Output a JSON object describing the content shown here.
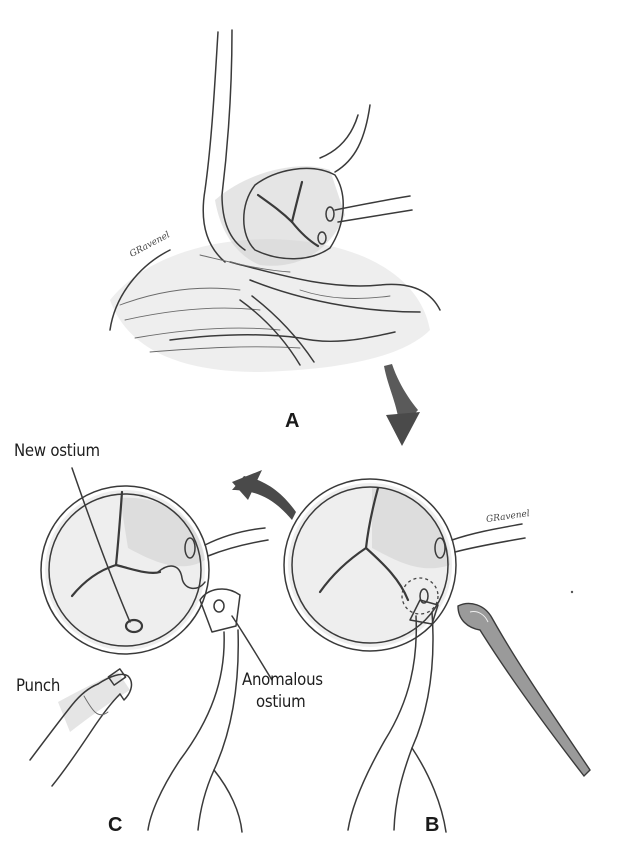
{
  "panels": {
    "a": {
      "label": "A"
    },
    "b": {
      "label": "B"
    },
    "c": {
      "label": "C"
    }
  },
  "annotations": {
    "new_ostium": "New ostium",
    "punch": "Punch",
    "anomalous_line1": "Anomalous",
    "anomalous_line2": "ostium"
  },
  "signature": {
    "a": "GRavenel",
    "b": "GRavenel"
  }
}
